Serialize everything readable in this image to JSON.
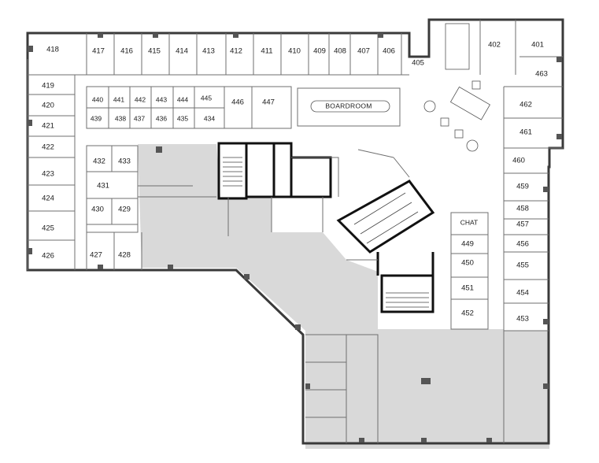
{
  "rooms": {
    "r401": "401",
    "r402": "402",
    "r405": "405",
    "r406": "406",
    "r407": "407",
    "r408": "408",
    "r409": "409",
    "r410": "410",
    "r411": "411",
    "r412": "412",
    "r413": "413",
    "r414": "414",
    "r415": "415",
    "r416": "416",
    "r417": "417",
    "r418": "418",
    "r419": "419",
    "r420": "420",
    "r421": "421",
    "r422": "422",
    "r423": "423",
    "r424": "424",
    "r425": "425",
    "r426": "426",
    "r427": "427",
    "r428": "428",
    "r429": "429",
    "r430": "430",
    "r431": "431",
    "r432": "432",
    "r433": "433",
    "r434": "434",
    "r435": "435",
    "r436": "436",
    "r437": "437",
    "r438": "438",
    "r439": "439",
    "r440": "440",
    "r441": "441",
    "r442": "442",
    "r443": "443",
    "r444": "444",
    "r445": "445",
    "r446": "446",
    "r447": "447",
    "r449": "449",
    "r450": "450",
    "r451": "451",
    "r452": "452",
    "r453": "453",
    "r454": "454",
    "r455": "455",
    "r456": "456",
    "r457": "457",
    "r458": "458",
    "r459": "459",
    "r460": "460",
    "r461": "461",
    "r462": "462",
    "r463": "463"
  },
  "labels": {
    "boardroom": "BOARDROOM",
    "chat": "CHAT"
  },
  "colors": {
    "wall": "#3a3a3a",
    "thin_wall": "#6f6f6f",
    "shaded_space": "#d9d9d9",
    "core": "#111111",
    "background": "#ffffff"
  }
}
